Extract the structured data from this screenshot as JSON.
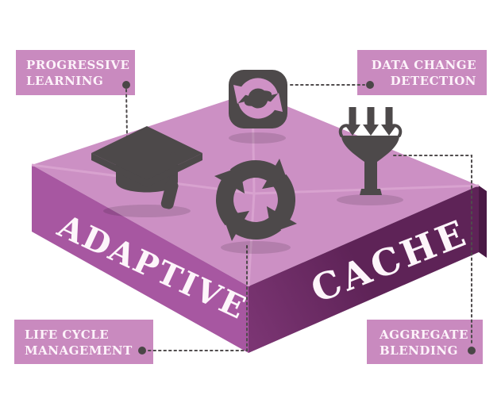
{
  "box": {
    "left_face_text": "ADAPTIVE",
    "right_face_text": "CACHE"
  },
  "labels": {
    "progressive_learning": {
      "line1": "PROGRESSIVE",
      "line2": "LEARNING"
    },
    "data_change_detection": {
      "line1": "DATA CHANGE",
      "line2": "DETECTION"
    },
    "life_cycle_management": {
      "line1": "LIFE CYCLE",
      "line2": "MANAGEMENT"
    },
    "aggregate_blending": {
      "line1": "AGGREGATE",
      "line2": "BLENDING"
    }
  },
  "icons": [
    {
      "name": "graduation-cap-icon",
      "connected_label": "PROGRESSIVE LEARNING"
    },
    {
      "name": "sync-icon",
      "connected_label": "DATA CHANGE DETECTION"
    },
    {
      "name": "cycle-arrows-icon",
      "connected_label": "LIFE CYCLE MANAGEMENT"
    },
    {
      "name": "funnel-icon",
      "connected_label": "AGGREGATE BLENDING"
    }
  ],
  "colors": {
    "background": "#ffffff",
    "top_face": "#cc90c4",
    "top_face_divider": "#d8a2cf",
    "left_face": "#a757a1",
    "right_face_light": "#7b3573",
    "right_face_dark": "#5e2357",
    "right_cap": "#4a1945",
    "label_background": "#c98abf",
    "icon_dark": "#4d494a",
    "icon_pink": "#cf92c6",
    "text_light": "#fdf5fa",
    "connector": "#4f4b4c"
  }
}
